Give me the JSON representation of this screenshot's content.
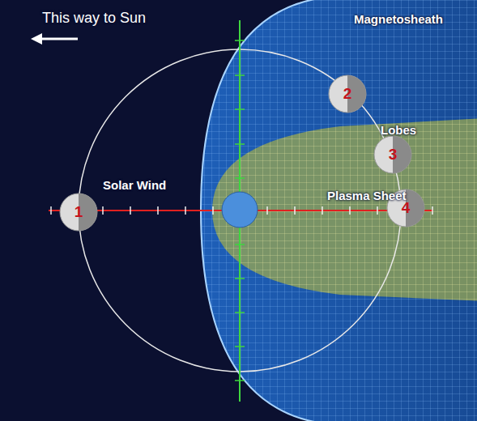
{
  "diagram": {
    "nodes": [
      {
        "text": [
          "1"
        ]
      },
      {
        "text": [
          "2"
        ]
      },
      {
        "text": [
          "3"
        ]
      },
      {
        "text": [
          "4"
        ]
      }
    ],
    "labels": [
      "This way to Sun",
      "Magnetosheath",
      "Lobes",
      "Plasma Sheet",
      "Solar Wind"
    ]
  }
}
